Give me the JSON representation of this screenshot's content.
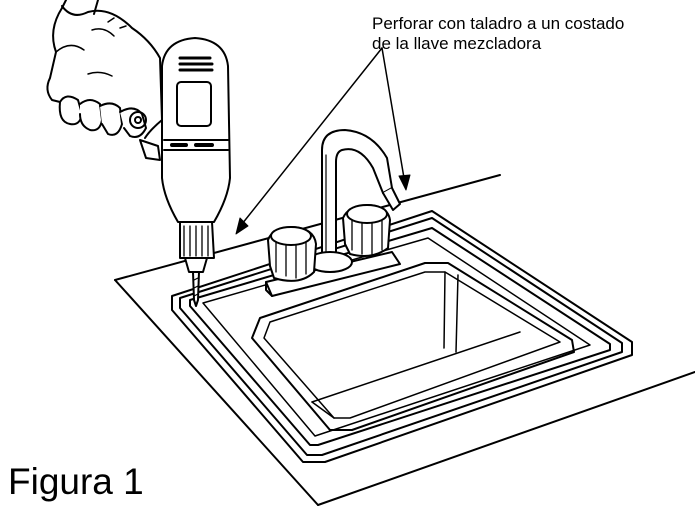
{
  "callout": {
    "line1": "Perforar con taladro a un costado",
    "line2": "de la llave mezcladora"
  },
  "figure_label": "Figura 1",
  "colors": {
    "ink": "#000000",
    "paper": "#ffffff"
  },
  "icons": {
    "drill": "drill-icon",
    "hand": "hand-icon",
    "faucet": "faucet-icon",
    "sink": "sink-icon"
  }
}
